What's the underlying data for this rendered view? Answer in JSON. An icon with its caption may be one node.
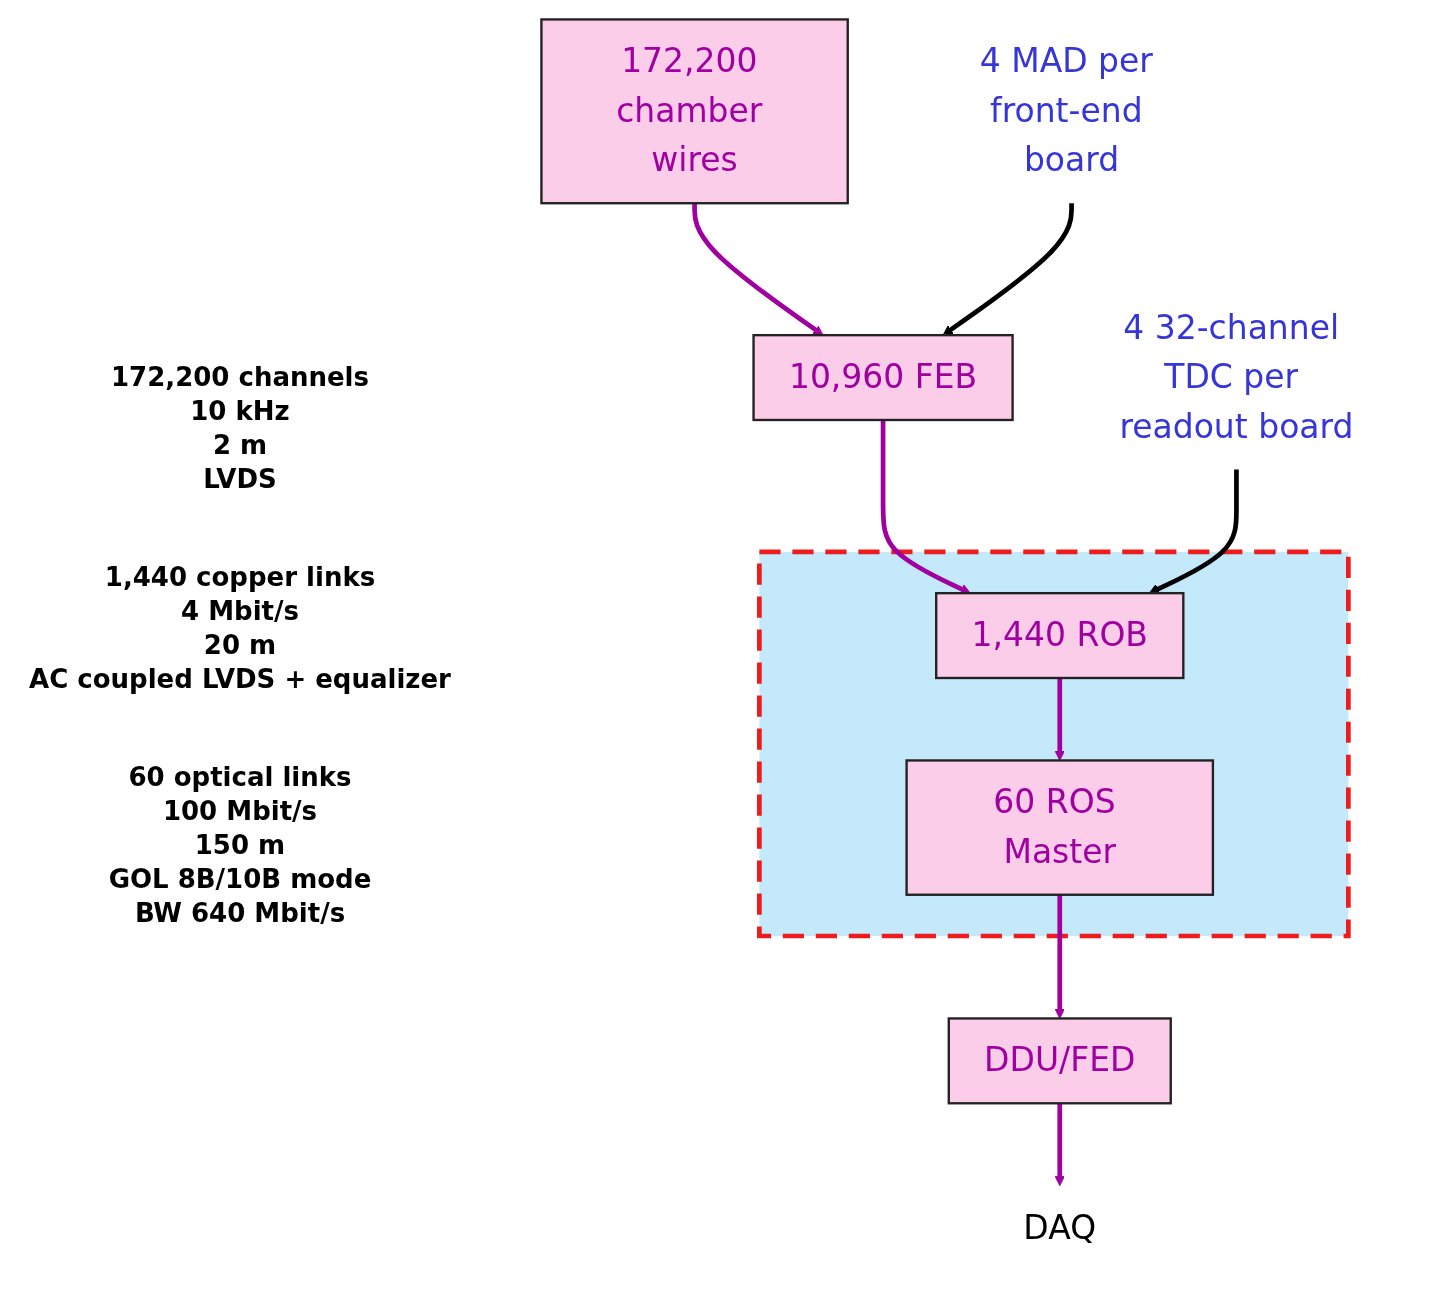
{
  "diagram": {
    "nodes": [
      {
        "text": [
          "172,200 chamber wires"
        ]
      },
      {
        "text": [
          "10,960 FEB"
        ]
      },
      {
        "text": [],
        "shape": "box"
      },
      {
        "text": [
          "1,440 ROB"
        ],
        "in": 2
      },
      {
        "text": [
          "60 ROS Master"
        ],
        "in": 2
      },
      {
        "text": [
          "DDU/FED"
        ]
      },
      {
        "text": [
          "DAQ"
        ]
      },
      {
        "text": [
          "4 MAD per front-end board"
        ]
      },
      {
        "text": [
          "4 32-channel TDC per readout board"
        ]
      }
    ],
    "edges": [
      {
        "from": 0,
        "to": 1,
        "arrow": "to"
      },
      {
        "from": 1,
        "to": 3,
        "arrow": "to"
      },
      {
        "from": 3,
        "to": 4,
        "arrow": "to"
      },
      {
        "from": 4,
        "to": 5,
        "arrow": "to"
      },
      {
        "from": 5,
        "to": 6,
        "arrow": "to"
      },
      {
        "from": 7,
        "to": 1,
        "arrow": "to",
        "color": "#000000"
      },
      {
        "from": 8,
        "to": 3,
        "arrow": "to",
        "color": "#000000"
      }
    ],
    "labels": [
      "172,200 channels",
      "10 kHz",
      "2 m",
      "LVDS",
      "1,440 copper links",
      "4 Mbit/s",
      "20 m",
      "AC coupled LVDS + equalizer",
      "60 optical links",
      "100 Mbit/s",
      "150 m",
      "GOL 8B/10B mode",
      "BW 640 Mbit/s"
    ]
  }
}
